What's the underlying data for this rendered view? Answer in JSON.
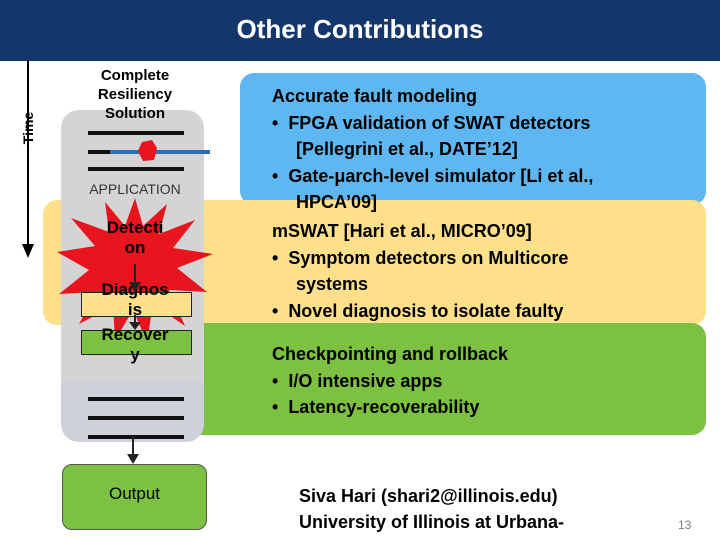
{
  "header": {
    "title": "Other Contributions"
  },
  "timeline": {
    "label": "Time"
  },
  "left_column": {
    "heading_lines": [
      "Complete",
      "Resiliency",
      "Solution"
    ],
    "application_label": "APPLICATION",
    "step_detection_lines": [
      "Detecti",
      "on"
    ],
    "step_diagnosis_lines": [
      "Diagnos",
      "is"
    ],
    "step_recovery_lines": [
      "Recover",
      "y"
    ],
    "output_label": "Output"
  },
  "fault_section": {
    "heading": "Accurate fault modeling",
    "bullets": [
      "FPGA validation of SWAT detectors",
      "[Pellegrini et al., DATE’12]",
      "Gate-μarch-level simulator [Li et al.,",
      "HPCA’09]"
    ]
  },
  "mswat_section": {
    "heading": "mSWAT [Hari et al., MICRO’09]",
    "bullets": [
      "Symptom detectors on Multicore",
      "systems",
      "Novel diagnosis to isolate faulty"
    ]
  },
  "checkpoint_section": {
    "heading": "Checkpointing and rollback",
    "bullets": [
      "I/O intensive apps",
      "Latency-recoverability"
    ]
  },
  "footer": {
    "author": "Siva Hari (shari2@illinois.edu)",
    "affiliation": "University of Illinois at Urbana-",
    "page_number": "13"
  },
  "colors": {
    "title_bar": "#13376b",
    "blue_panel": "#5eb7f0",
    "yellow_panel": "#ffe08a",
    "green_panel": "#7dc142",
    "fault_marker": "#e8141e"
  }
}
